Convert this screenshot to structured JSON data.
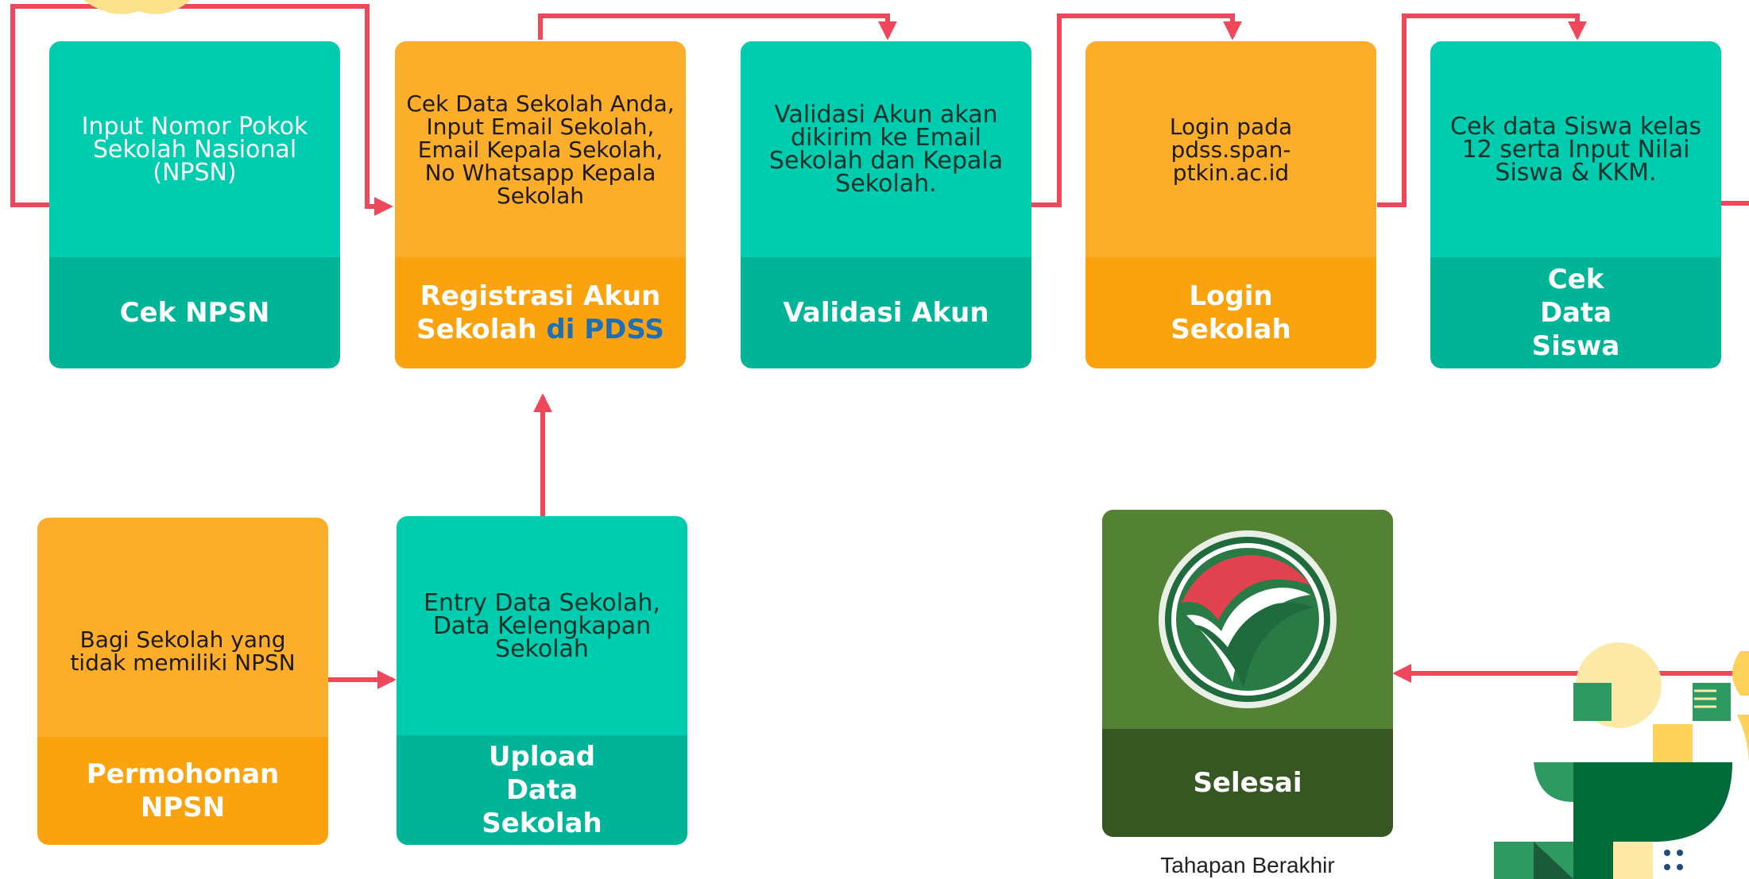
{
  "steps": {
    "cek_npsn": {
      "body": "Input Nomor Pokok Sekolah Nasional (NPSN)",
      "title": "Cek NPSN"
    },
    "registrasi": {
      "body": "Cek Data Sekolah Anda, Input Email Sekolah, Email Kepala Sekolah, No Whatsapp Kepala Sekolah",
      "title_line1": "Registrasi Akun",
      "title_line2a": "Sekolah",
      "title_line2b": "di PDSS"
    },
    "validasi": {
      "body": "Validasi Akun akan dikirim ke Email Sekolah dan Kepala Sekolah.",
      "title": "Validasi Akun"
    },
    "login": {
      "body": "Login pada pdss.span-ptkin.ac.id",
      "title": "Login Sekolah"
    },
    "cek_siswa": {
      "body": "Cek data Siswa kelas 12 serta Input Nilai Siswa & KKM.",
      "title": "Cek Data Siswa"
    },
    "permohonan": {
      "body": "Bagi Sekolah yang tidak memiliki NPSN",
      "title": "Permohonan NPSN"
    },
    "upload": {
      "body": "Entry Data Sekolah, Data Kelengkapan Sekolah",
      "title": "Upload Data Sekolah"
    },
    "selesai": {
      "title": "Selesai",
      "caption": "Tahapan Berakhir"
    }
  },
  "colors": {
    "teal": "#00ccaf",
    "teal_dark": "#00b597",
    "orange": "#fcae2a",
    "orange_dark": "#fba30e",
    "green": "#548235",
    "green_dark": "#375722",
    "connector": "#f0475a",
    "pdss_blue": "#1f6fb5"
  },
  "icons": [
    "checkmark-logo",
    "decorative-geometric-pattern"
  ]
}
